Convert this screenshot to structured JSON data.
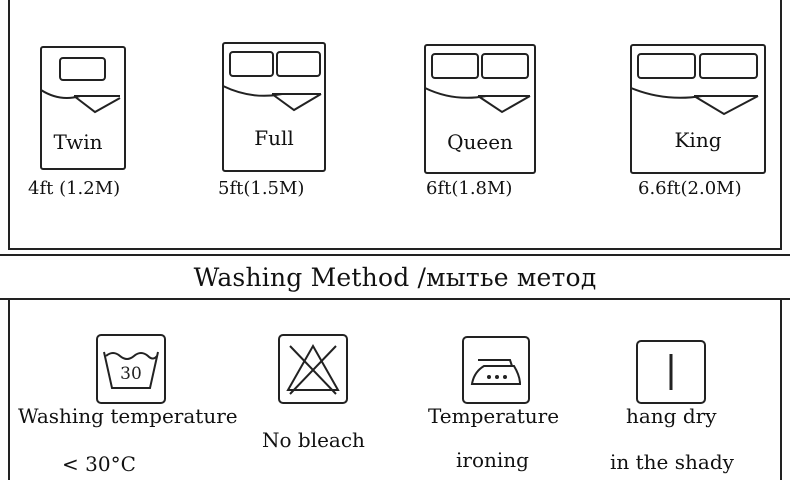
{
  "sizes": [
    {
      "name": "Twin",
      "dimensions": "4ft (1.2M)",
      "icon": "single-bed-icon"
    },
    {
      "name": "Full",
      "dimensions": "5ft(1.5M)",
      "icon": "double-bed-icon"
    },
    {
      "name": "Queen",
      "dimensions": "6ft(1.8M)",
      "icon": "double-bed-icon"
    },
    {
      "name": "King",
      "dimensions": "6.6ft(2.0M)",
      "icon": "double-bed-icon"
    }
  ],
  "washing": {
    "title": "Washing Method /мытье метод",
    "items": [
      {
        "icon": "wash-tub-icon",
        "icon_text": "30",
        "label_line1": "Washing temperature",
        "label_line2": "< 30°C"
      },
      {
        "icon": "no-bleach-icon",
        "label_line1": "No bleach"
      },
      {
        "icon": "iron-icon",
        "label_line1": "Temperature",
        "label_line2": "ironing"
      },
      {
        "icon": "hang-dry-icon",
        "label_line1": "hang dry",
        "label_line2": "in the shady"
      }
    ]
  }
}
